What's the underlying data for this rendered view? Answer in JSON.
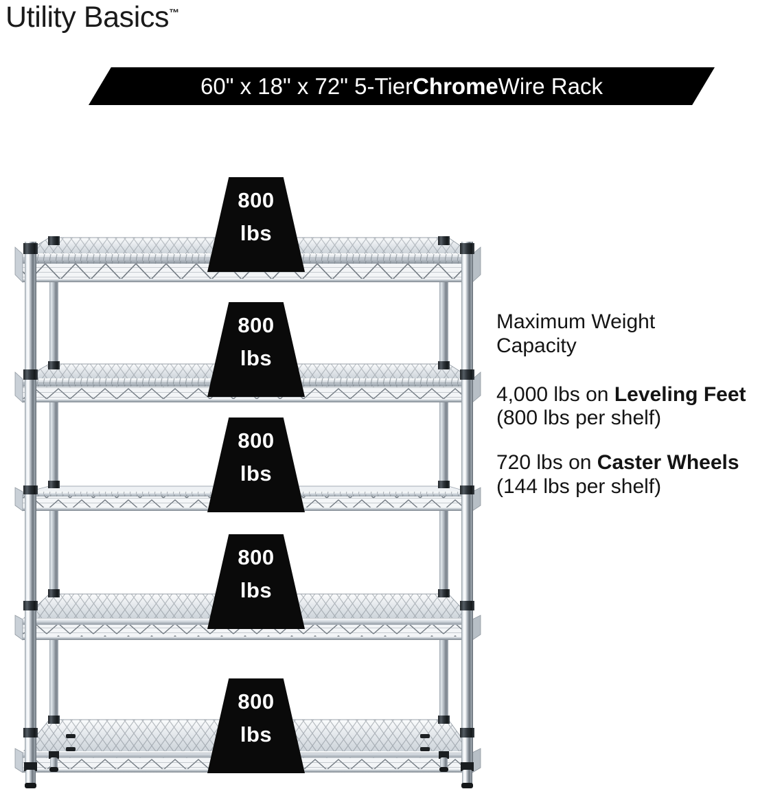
{
  "brand": {
    "name": "Utility Basics",
    "trademark": "™"
  },
  "banner": {
    "prefix": "60\" x 18\" x 72\" 5-Tier ",
    "emphasis": "Chrome",
    "suffix": " Wire Rack",
    "full_text": "60\" x 18\" x 72\" 5-Tier Chrome Wire Rack",
    "background_color": "#000000",
    "text_color": "#ffffff"
  },
  "product": {
    "type": "5-tier chrome wire shelving rack",
    "width_in": "60\"",
    "depth_in": "18\"",
    "height_in": "72\"",
    "tiers": 5,
    "finish": "Chrome"
  },
  "callouts": {
    "heading_line1": "Maximum Weight",
    "heading_line2": "Capacity",
    "items": [
      {
        "value": "4,000 lbs",
        "on": " on ",
        "emphasis": "Leveling Feet",
        "detail": " (800 lbs per shelf)",
        "plain": "4,000 lbs on Leveling Feet (800 lbs per shelf)"
      },
      {
        "value": "720 lbs",
        "on": " on ",
        "emphasis": "Caster Wheels",
        "detail": " (144 lbs per shelf)",
        "plain": "720 lbs on Caster Wheels (144 lbs per shelf)"
      }
    ]
  },
  "shelf_badges": [
    {
      "number": "800",
      "unit": "lbs",
      "shelf_index": 1
    },
    {
      "number": "800",
      "unit": "lbs",
      "shelf_index": 2
    },
    {
      "number": "800",
      "unit": "lbs",
      "shelf_index": 3
    },
    {
      "number": "800",
      "unit": "lbs",
      "shelf_index": 4
    },
    {
      "number": "800",
      "unit": "lbs",
      "shelf_index": 5
    }
  ],
  "colors": {
    "background": "#ffffff",
    "ink": "#141414",
    "badge_bg": "#0a0a0a",
    "badge_text": "#ffffff",
    "chrome_light": "#f2f4f6",
    "chrome_mid": "#b9c0c7",
    "chrome_dark": "#6e767e",
    "collar_dark": "#2b2f33"
  }
}
